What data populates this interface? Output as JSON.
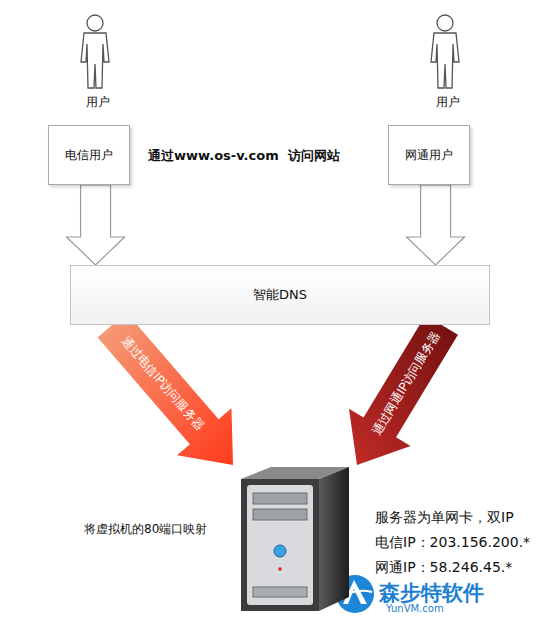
{
  "diagram": {
    "nodes": [
      {
        "text": [
          "电信用户"
        ]
      },
      {
        "text": [
          "网通用户"
        ]
      },
      {
        "text": [
          "智能DNS"
        ]
      },
      {
        "text": [
          "服务器为单网卡，双IP",
          "电信IP：203.156.200.*",
          "网通IP：58.246.45.*"
        ]
      }
    ],
    "edges": [
      {
        "from": 0,
        "to": 2,
        "arrow": "to"
      },
      {
        "from": 1,
        "to": 2,
        "arrow": "to"
      },
      {
        "from": 2,
        "to": 3,
        "label": "通过电信IP访问服务器",
        "arrow": "to"
      },
      {
        "from": 2,
        "to": 3,
        "label": "通过网通IP访问服务器",
        "arrow": "to"
      }
    ],
    "labels": [
      "用户",
      "用户",
      "通过www.os-v.com  访问网站",
      "将虚拟机的80端口映射",
      "森步特软件",
      "YunVM.com"
    ]
  }
}
